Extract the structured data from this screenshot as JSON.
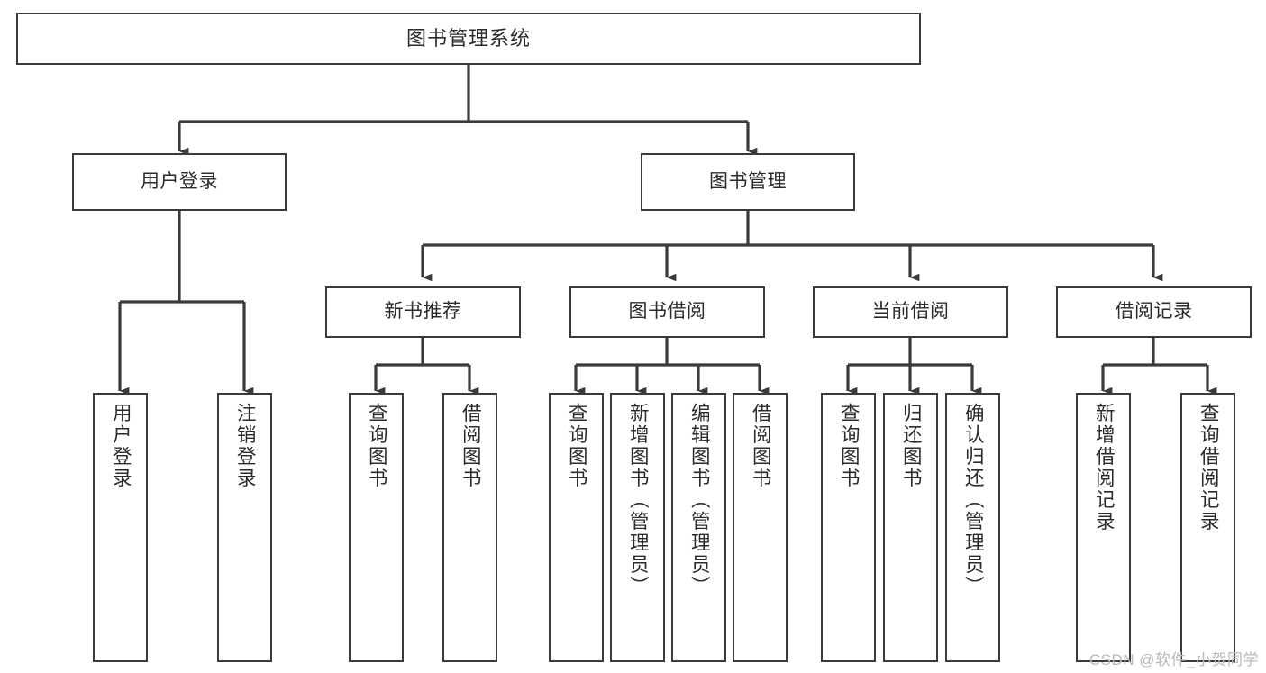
{
  "diagram": {
    "type": "tree-hierarchy",
    "title": "图书管理系统",
    "theme": {
      "line_color": "#3a3a3a",
      "box_border_color": "#3a3a3a",
      "box_fill": "#ffffff",
      "text_color": "#2b2b2b",
      "background": "#ffffff",
      "watermark_color": "#b9b9b9"
    },
    "watermark": "CSDN @软件_小贺同学",
    "levels": [
      {
        "level": 0,
        "nodes": [
          {
            "id": "root",
            "label": "图书管理系统",
            "orientation": "horizontal"
          }
        ]
      },
      {
        "level": 1,
        "nodes": [
          {
            "id": "user-login",
            "label": "用户登录",
            "orientation": "horizontal",
            "parent": "root"
          },
          {
            "id": "book-manage",
            "label": "图书管理",
            "orientation": "horizontal",
            "parent": "root"
          }
        ]
      },
      {
        "level": 2,
        "nodes": [
          {
            "id": "new-book-rec",
            "label": "新书推荐",
            "orientation": "horizontal",
            "parent": "book-manage"
          },
          {
            "id": "book-borrow",
            "label": "图书借阅",
            "orientation": "horizontal",
            "parent": "book-manage"
          },
          {
            "id": "current-borrow",
            "label": "当前借阅",
            "orientation": "horizontal",
            "parent": "book-manage"
          },
          {
            "id": "borrow-record",
            "label": "借阅记录",
            "orientation": "horizontal",
            "parent": "book-manage"
          }
        ]
      },
      {
        "level": 3,
        "nodes": [
          {
            "id": "leaf-user-login",
            "label": "用户登录",
            "orientation": "vertical",
            "parent": "user-login"
          },
          {
            "id": "leaf-logout",
            "label": "注销登录",
            "orientation": "vertical",
            "parent": "user-login"
          },
          {
            "id": "leaf-query-book-1",
            "label": "查询图书",
            "orientation": "vertical",
            "parent": "new-book-rec"
          },
          {
            "id": "leaf-borrow-book-1",
            "label": "借阅图书",
            "orientation": "vertical",
            "parent": "new-book-rec"
          },
          {
            "id": "leaf-query-book-2",
            "label": "查询图书",
            "orientation": "vertical",
            "parent": "book-borrow"
          },
          {
            "id": "leaf-add-book",
            "label": "新增图书（管理员）",
            "orientation": "vertical",
            "parent": "book-borrow"
          },
          {
            "id": "leaf-edit-book",
            "label": "编辑图书（管理员）",
            "orientation": "vertical",
            "parent": "book-borrow"
          },
          {
            "id": "leaf-borrow-book-2",
            "label": "借阅图书",
            "orientation": "vertical",
            "parent": "book-borrow"
          },
          {
            "id": "leaf-query-book-3",
            "label": "查询图书",
            "orientation": "vertical",
            "parent": "current-borrow"
          },
          {
            "id": "leaf-return-book",
            "label": "归还图书",
            "orientation": "vertical",
            "parent": "current-borrow"
          },
          {
            "id": "leaf-confirm-return",
            "label": "确认归还（管理员）",
            "orientation": "vertical",
            "parent": "current-borrow"
          },
          {
            "id": "leaf-add-record",
            "label": "新增借阅记录",
            "orientation": "vertical",
            "parent": "borrow-record"
          },
          {
            "id": "leaf-query-record",
            "label": "查询借阅记录",
            "orientation": "vertical",
            "parent": "borrow-record"
          }
        ]
      }
    ]
  }
}
